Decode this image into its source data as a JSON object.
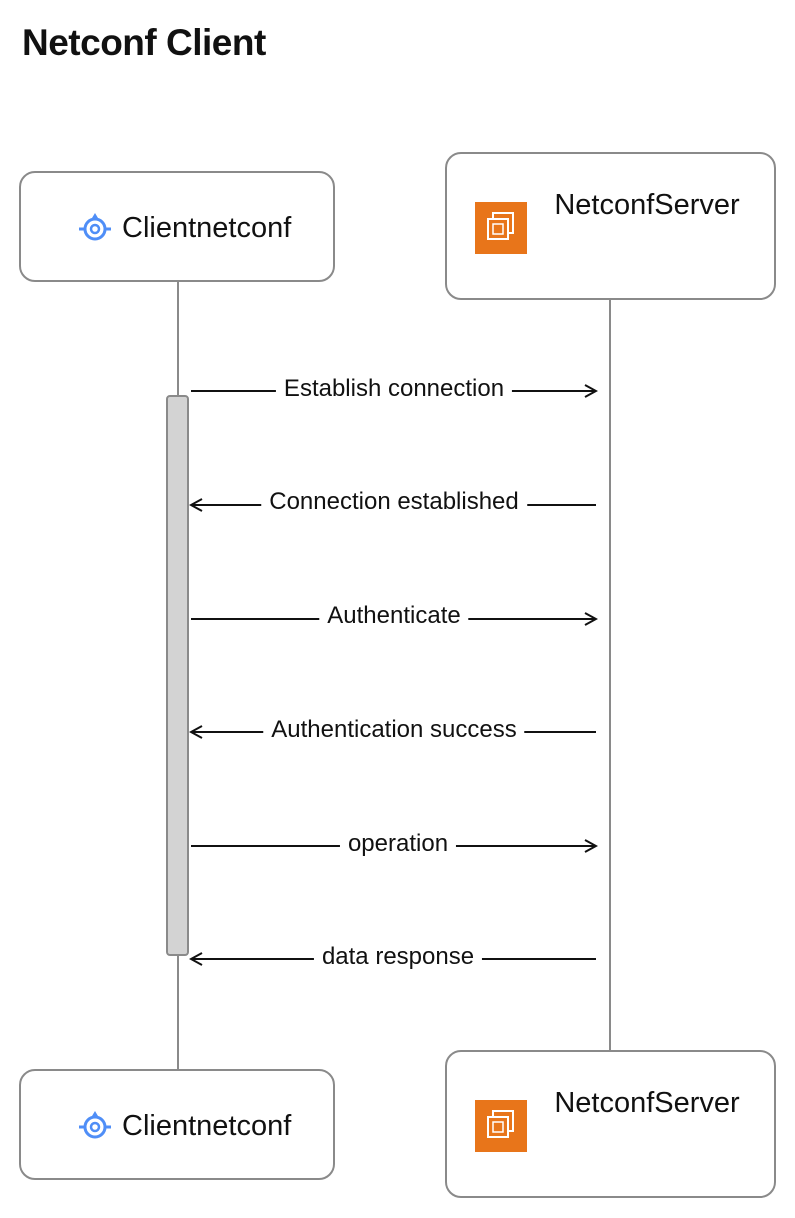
{
  "title": "Netconf Client",
  "participants": {
    "client": {
      "label": "Clientnetconf",
      "icon": "gear-icon",
      "color": "#4f8ef7"
    },
    "server": {
      "label": "NetconfServer",
      "icon": "server-icon",
      "color": "#e8751a"
    }
  },
  "messages": [
    {
      "label": "Establish connection",
      "direction": "client-to-server"
    },
    {
      "label": "Connection established",
      "direction": "server-to-client"
    },
    {
      "label": "Authenticate",
      "direction": "client-to-server"
    },
    {
      "label": "Authentication success",
      "direction": "server-to-client"
    },
    {
      "label": "operation",
      "direction": "client-to-server"
    },
    {
      "label": "data response",
      "direction": "server-to-client"
    }
  ]
}
